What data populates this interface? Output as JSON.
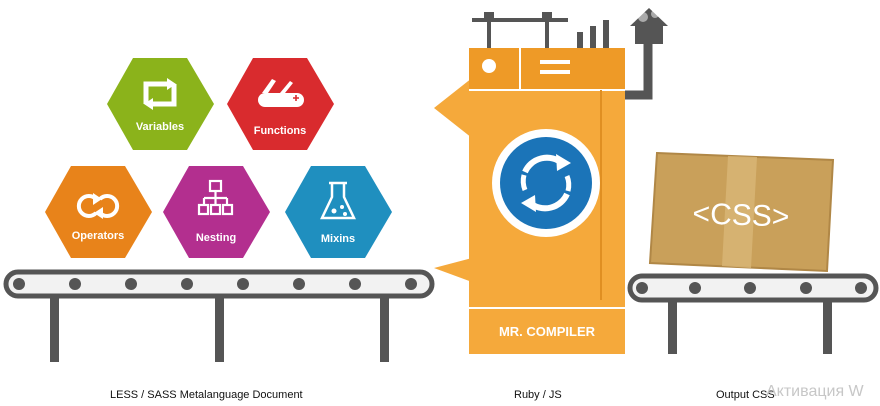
{
  "features": [
    {
      "label": "Variables",
      "icon": "refresh-arrows-icon",
      "color": "#8bb31b"
    },
    {
      "label": "Functions",
      "icon": "swiss-army-knife-icon",
      "color": "#d92b2e"
    },
    {
      "label": "Operators",
      "icon": "cycle-arrows-icon",
      "color": "#e8831a"
    },
    {
      "label": "Nesting",
      "icon": "hierarchy-icon",
      "color": "#b32f8f"
    },
    {
      "label": "Mixins",
      "icon": "flask-icon",
      "color": "#1f8fbf"
    }
  ],
  "compiler": {
    "label": "MR. COMPILER",
    "body_color": "#f5a93b",
    "dial_color": "#1b74b8"
  },
  "output": {
    "box_text": "<CSS>",
    "box_color": "#c9a05a"
  },
  "captions": {
    "source": "LESS / SASS Metalanguage Document",
    "engine": "Ruby / JS",
    "output": "Output CSS"
  },
  "watermark": "Активация W"
}
